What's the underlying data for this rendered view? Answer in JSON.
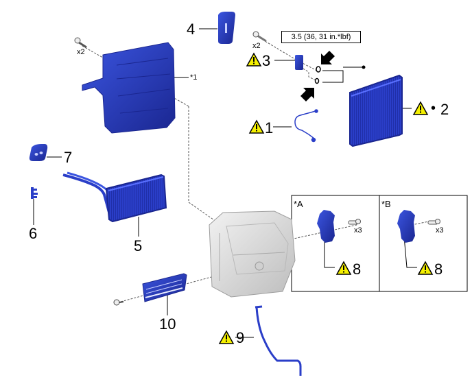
{
  "diagram": {
    "title": "HVAC unit exploded parts diagram",
    "colors": {
      "part_blue": "#2a3ec8",
      "part_blue_dark": "#1a2690",
      "housing_gray": "#d8d8d8",
      "warning_yellow": "#f5f000",
      "line": "#000000"
    },
    "callouts": [
      {
        "id": "1",
        "label": "1",
        "warning": true,
        "part": "wire harness"
      },
      {
        "id": "2",
        "label": "2",
        "warning": true,
        "bullet": true,
        "part": "evaporator"
      },
      {
        "id": "3",
        "label": "3",
        "warning": true,
        "part": "expansion valve"
      },
      {
        "id": "4",
        "label": "4",
        "warning": false,
        "part": "cap"
      },
      {
        "id": "5",
        "label": "5",
        "warning": false,
        "part": "heater core"
      },
      {
        "id": "6",
        "label": "6",
        "warning": false,
        "part": "clamp"
      },
      {
        "id": "7",
        "label": "7",
        "warning": false,
        "part": "grommet"
      },
      {
        "id": "8a",
        "label": "8",
        "warning": true,
        "part": "servo motor A"
      },
      {
        "id": "8b",
        "label": "8",
        "warning": true,
        "part": "servo motor B"
      },
      {
        "id": "9",
        "label": "9",
        "warning": true,
        "part": "drain hose"
      },
      {
        "id": "10",
        "label": "10",
        "warning": false,
        "part": "cover"
      }
    ],
    "notes": {
      "star1": "*1",
      "panel_a": "*A",
      "panel_b": "*B",
      "screw_qty_top_left": "x2",
      "screw_qty_top_mid": "x2",
      "screw_qty_panel_a": "x3",
      "screw_qty_panel_b": "x3",
      "torque_spec": "3.5 (36, 31 in.*lbf)",
      "bullet": "•"
    }
  }
}
